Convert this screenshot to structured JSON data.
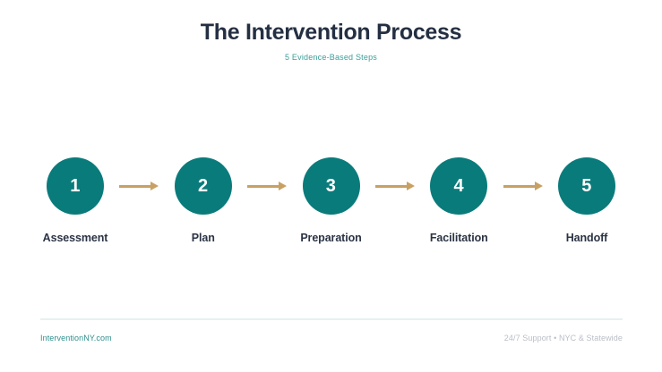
{
  "header": {
    "title": "The Intervention Process",
    "subtitle": "5 Evidence-Based Steps"
  },
  "process": {
    "steps": [
      {
        "number": "1",
        "label": "Assessment"
      },
      {
        "number": "2",
        "label": "Plan"
      },
      {
        "number": "3",
        "label": "Preparation"
      },
      {
        "number": "4",
        "label": "Facilitation"
      },
      {
        "number": "5",
        "label": "Handoff"
      }
    ],
    "connector_icon": "arrow-right-icon"
  },
  "footer": {
    "link": "InterventionNY.com",
    "note": "24/7 Support • NYC & Statewide"
  },
  "colors": {
    "background": "#ffffff",
    "title": "#242f42",
    "teal": "#0a7b7b",
    "teal_text": "#2f8f8d",
    "subtitle_teal": "#3a9e9a",
    "arrow_gold": "#c9a063",
    "label": "#2b3445",
    "divider": "#e6f1f1",
    "muted": "#b9bec6"
  }
}
